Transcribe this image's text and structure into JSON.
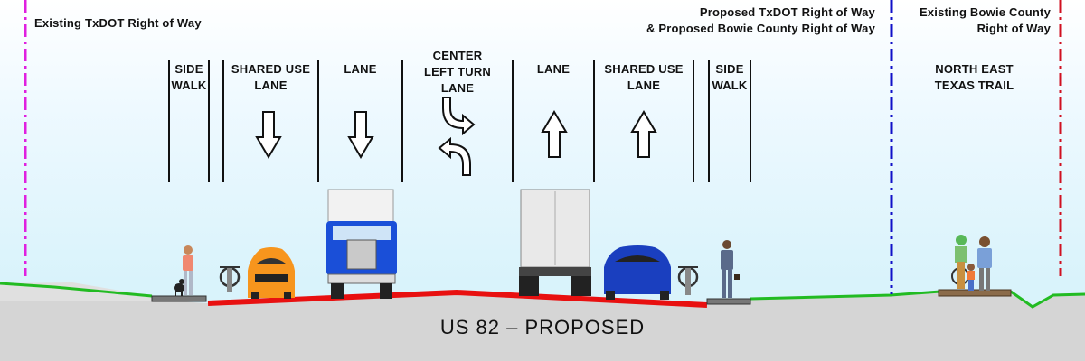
{
  "row_labels": {
    "existing_txdot": "Existing TxDOT Right of Way",
    "proposed_row_line1": "Proposed TxDOT Right of Way",
    "proposed_row_line2": "& Proposed Bowie County Right of Way",
    "existing_bowie_line1": "Existing Bowie County",
    "existing_bowie_line2": "Right of Way"
  },
  "lanes": [
    {
      "line1": "SIDE",
      "line2": "WALK",
      "line3": ""
    },
    {
      "line1": "SHARED USE",
      "line2": "LANE",
      "line3": ""
    },
    {
      "line1": "LANE",
      "line2": "",
      "line3": ""
    },
    {
      "line1": "CENTER",
      "line2": "LEFT TURN",
      "line3": "LANE"
    },
    {
      "line1": "LANE",
      "line2": "",
      "line3": ""
    },
    {
      "line1": "SHARED USE",
      "line2": "LANE",
      "line3": ""
    },
    {
      "line1": "SIDE",
      "line2": "WALK",
      "line3": ""
    },
    {
      "line1": "NORTH EAST",
      "line2": "TEXAS TRAIL",
      "line3": ""
    }
  ],
  "caption": "US 82 – PROPOSED",
  "colors": {
    "existing_txdot_line": "#e020e0",
    "proposed_row_line": "#1010c8",
    "existing_bowie_line": "#d01020",
    "roadway": "#e81010",
    "grass": "#22bb22",
    "ground": "#d4d4d4"
  },
  "icons": [
    "arrow-down-icon",
    "arrow-up-icon",
    "turn-arrows-icon",
    "orange-car-icon",
    "blue-semi-truck-icon",
    "white-trailer-truck-icon",
    "blue-car-icon",
    "bicycle-icon",
    "pedestrian-icon",
    "dog-icon",
    "family-icon"
  ]
}
